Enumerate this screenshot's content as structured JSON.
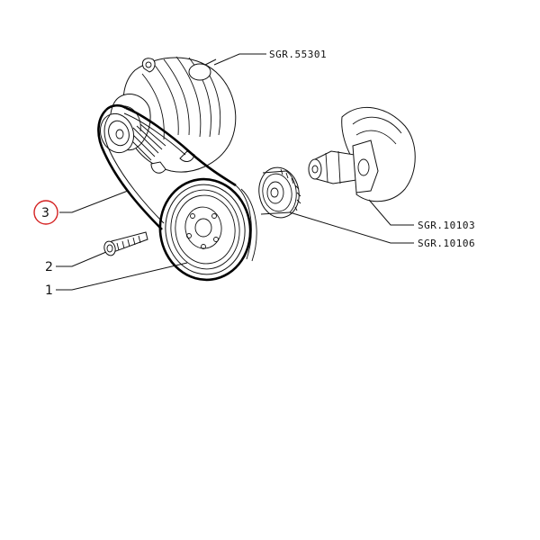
{
  "refs": {
    "alternator": "SGR.55301",
    "crankshaft": "SGR.10103",
    "timing_gear": "SGR.10106"
  },
  "items": {
    "item1": "1",
    "item2": "2",
    "item3": "3"
  },
  "highlight_color": "#d42020"
}
